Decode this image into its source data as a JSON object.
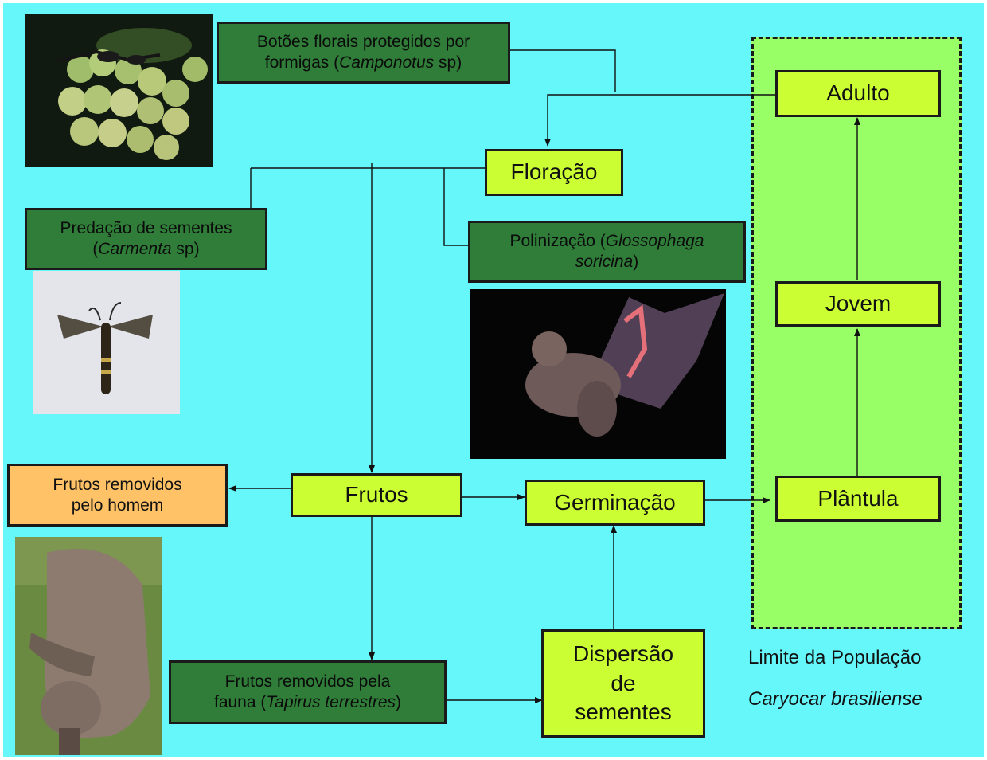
{
  "boxes": {
    "botoes": {
      "text_a": "Botões florais protegidos por",
      "text_b": "formigas (",
      "text_i": "Camponotus",
      "text_c": " sp)"
    },
    "floracao": "Floração",
    "predacao": {
      "text_a": "Predação de sementes",
      "text_b": "(",
      "text_i": "Carmenta",
      "text_c": " sp)"
    },
    "polinizacao": {
      "text_a": "Polinização (",
      "text_i1": "Glossophaga",
      "text_i2": "soricina",
      "text_c": ")"
    },
    "frutos": "Frutos",
    "frutos_homem": {
      "line1": "Frutos removidos",
      "line2": "pelo homem"
    },
    "germinacao": "Germinação",
    "plantula": "Plântula",
    "jovem": "Jovem",
    "adulto": "Adulto",
    "dispersao": {
      "line1": "Dispersão",
      "line2": "de",
      "line3": "sementes"
    },
    "frutos_fauna": {
      "text_a": "Frutos removidos pela",
      "text_b": "fauna (",
      "text_i": "Tapirus terrestres",
      "text_c": ")"
    }
  },
  "population": {
    "label": "Limite da População",
    "species": "Caryocar brasiliense"
  },
  "photos": [
    {
      "name": "ant-on-flower-buds-photo",
      "subject": "Camponotus ant on Caryocar flower buds"
    },
    {
      "name": "carmenta-moth-photo",
      "subject": "Carmenta moth"
    },
    {
      "name": "glossophaga-bat-photo",
      "subject": "Glossophaga soricina bat in flight"
    },
    {
      "name": "tapir-photo",
      "subject": "Tapirus terrestres"
    }
  ],
  "colors": {
    "background": "#66f7fb",
    "dark_box": "#2f7d38",
    "lime_box": "#ccff33",
    "orange_box": "#ffc266",
    "population_area": "#99ff66"
  }
}
